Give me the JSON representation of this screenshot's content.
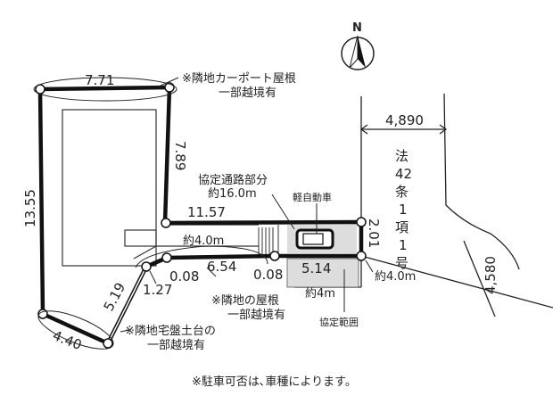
{
  "north_label": "N",
  "dimensions": {
    "top": "7.71",
    "left": "13.55",
    "right_upper": "7.89",
    "passage_top": "11.57",
    "passage_bottom": "6.54",
    "end_right": "2.01",
    "offset_a": "0.08",
    "offset_b": "0.08",
    "offset_c": "1.27",
    "lower_diag": "5.19",
    "bottom": "4.40",
    "agreement_width": "5.14",
    "road_upper_width": "4,890",
    "road_lower_width": "4,580"
  },
  "notes": {
    "carport_line1": "※隣地カーポート屋根",
    "carport_line2": "一部越境有",
    "passage_line1": "協定通路部分",
    "passage_line2": "約16.0m",
    "kei_car": "軽自動車",
    "approx_4m_passage": "約4.0m",
    "approx_4m_right": "約4.0m",
    "approx_4m_below": "約4m",
    "roof_line1": "※隣地の屋根",
    "roof_line2": "一部越境有",
    "foundation_line1": "※隣地宅盤土台の",
    "foundation_line2": "一部越境有",
    "agreement_range": "協定範囲",
    "road_label": [
      "法",
      "42",
      "条",
      "1",
      "項",
      "1",
      "号"
    ],
    "footer": "※駐車可否は､車種によります。"
  }
}
